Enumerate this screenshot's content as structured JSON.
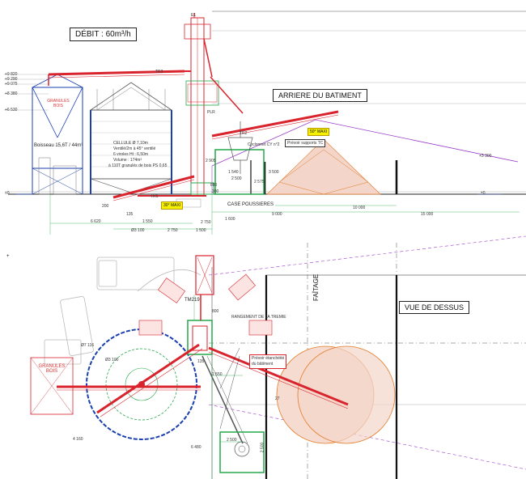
{
  "title": "DÉBIT : 60m³/h",
  "labels": {
    "arriere": "ARRIERE DU BATIMENT",
    "vue_dessus": "VUE DE DESSUS",
    "faitage": "FAÎTAGE",
    "case_poussieres": "CASE POUSSIERES",
    "boisseau": "Boisseau 15,6T / 44m³",
    "granules_bois_top": "GRANULES BOIS",
    "granules_bois_bottom": "GRANULES BOIS",
    "cellule_spec": [
      "CELLULE Ø 7,10m",
      "Ventilé/2m à 45° ventilé",
      "6 viroles Ht : 6,50m",
      "Volume : 174m³",
      "à 110T granulés de bois PS 0,65"
    ],
    "tm219": "TM219",
    "rangement": "RANGEMENT DE LA TREMIE",
    "prevoir_supports": "Prévoir supports TC",
    "prevoir_etancheite": [
      "Prévoir étanchéité",
      "du bâtiment"
    ],
    "angle_maxi": "50° MAXI",
    "maxi_30": "30° MAXI",
    "tr1": "TR1",
    "tr2": "TR2",
    "tr3": "TR3",
    "e1": "E1",
    "plr": "PLR",
    "cy_label": "Cyclonnet CY n°2",
    "e0_left": "±0",
    "e0_right": "±0",
    "plus": "+",
    "d116": "Ø7 116",
    "d100": "Ø3 100"
  },
  "elevations": [
    "+9 820",
    "+9 290",
    "+9 075",
    "+8 380",
    "+6 530",
    "+3 300"
  ],
  "dims_top": [
    "6 620",
    "1 550",
    "Ø3 100",
    "2 750",
    "1 500",
    "135",
    "2 750",
    "1 600",
    "9 000",
    "10 000",
    "15 000",
    "1 540",
    "2 500",
    "2 905",
    "800",
    "3 500",
    "2 575",
    "300",
    "200"
  ],
  "dims_bottom": [
    "800",
    "1 550",
    "2 500",
    "2 500",
    "6 480",
    "4 160",
    "135",
    "27"
  ],
  "colors": {
    "conveyor": "#d9232d",
    "blue": "#1a3fae",
    "green": "#25a84a",
    "pink_fill": "#f3d6c9",
    "purple": "#9b3fc9",
    "orange": "#e37a2a"
  }
}
